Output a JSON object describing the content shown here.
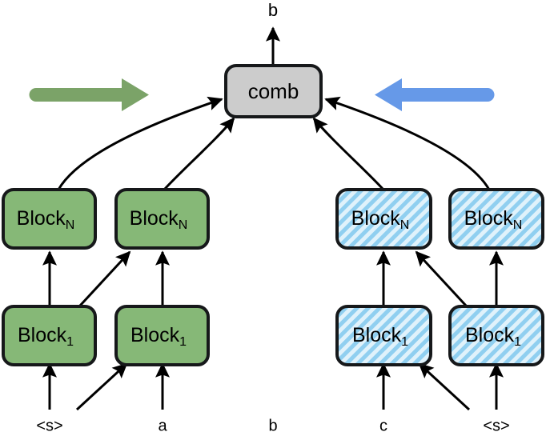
{
  "figure": {
    "title": "bidirectional stacked block decoder with combination node",
    "background": "#ffffff"
  },
  "colors": {
    "green_block_fill": "#86b877",
    "blue_block_fill": "#90cff0",
    "blue_block_hatch": "#ffffff",
    "comb_fill": "#cccccc",
    "outline": "#16181a",
    "edge": "#000000",
    "green_arrow": "#7ba368",
    "blue_arrow": "#6699e8"
  },
  "output": {
    "label": "b"
  },
  "comb": {
    "label": "comb"
  },
  "direction_arrows": [
    {
      "name": "left-to-right-arrow",
      "direction": "right",
      "color": "#7ba368"
    },
    {
      "name": "right-to-left-arrow",
      "direction": "left",
      "color": "#6699e8"
    }
  ],
  "blocks": {
    "top_row": [
      {
        "id": "green-top-1",
        "label": "Block",
        "subscript": "N",
        "style": "green"
      },
      {
        "id": "green-top-2",
        "label": "Block",
        "subscript": "N",
        "style": "green"
      },
      {
        "id": "blue-top-1",
        "label": "Block",
        "subscript": "N",
        "style": "blue"
      },
      {
        "id": "blue-top-2",
        "label": "Block",
        "subscript": "N",
        "style": "blue"
      }
    ],
    "bottom_row": [
      {
        "id": "green-bot-1",
        "label": "Block",
        "subscript": "1",
        "style": "green"
      },
      {
        "id": "green-bot-2",
        "label": "Block",
        "subscript": "1",
        "style": "green"
      },
      {
        "id": "blue-bot-1",
        "label": "Block",
        "subscript": "1",
        "style": "blue"
      },
      {
        "id": "blue-bot-2",
        "label": "Block",
        "subscript": "1",
        "style": "blue"
      }
    ]
  },
  "input_tokens": [
    {
      "id": "token-s-left",
      "label": "<s>"
    },
    {
      "id": "token-a",
      "label": "a"
    },
    {
      "id": "token-b",
      "label": "b"
    },
    {
      "id": "token-c",
      "label": "c"
    },
    {
      "id": "token-s-right",
      "label": "<s>"
    }
  ]
}
